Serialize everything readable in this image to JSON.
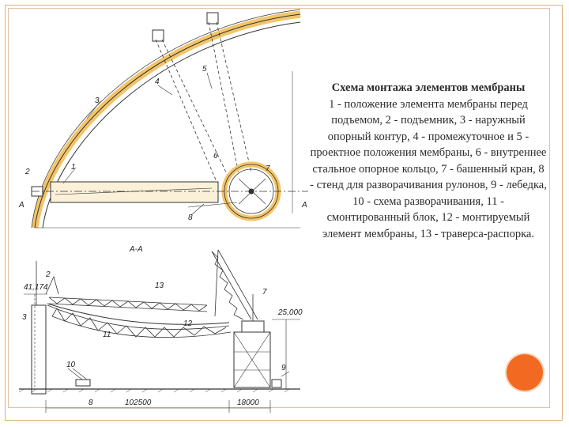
{
  "caption": {
    "title": "Схема монтажа элементов мембраны",
    "body": "1 - положение элемента мембраны перед подъемом, 2 - подъемник, 3 - наружный опорный контур, 4 - промежуточное и 5 - проектное положения мембраны, 6 - внутреннее стальное опорное кольцо, 7 - башенный кран, 8 - стенд для разворачивания рулонов, 9 - лебедка, 10 - схема разворачивания, 11 - смонтированный блок, 12 - монтируемый элемент мембраны, 13 - траверса-распорка."
  },
  "drawing": {
    "labels": {
      "n1": "1",
      "n2": "2",
      "n3": "3",
      "n4": "4",
      "n5": "5",
      "n6": "6",
      "n7": "7",
      "n8": "8",
      "s_a_left": "A",
      "s_a_right": "A",
      "section_title": "А-А",
      "e1": "2",
      "e2": "3",
      "e3": "13",
      "e4": "12",
      "e5": "11",
      "e6": "7",
      "e7": "10",
      "e8": "8",
      "e9": "9",
      "height1": "41,174",
      "height2": "25,000",
      "dim1": "102500",
      "dim2": "18000"
    }
  },
  "colors": {
    "accent": "#f26a21",
    "frame": "#d8b07a",
    "contour": "#f0c060"
  }
}
